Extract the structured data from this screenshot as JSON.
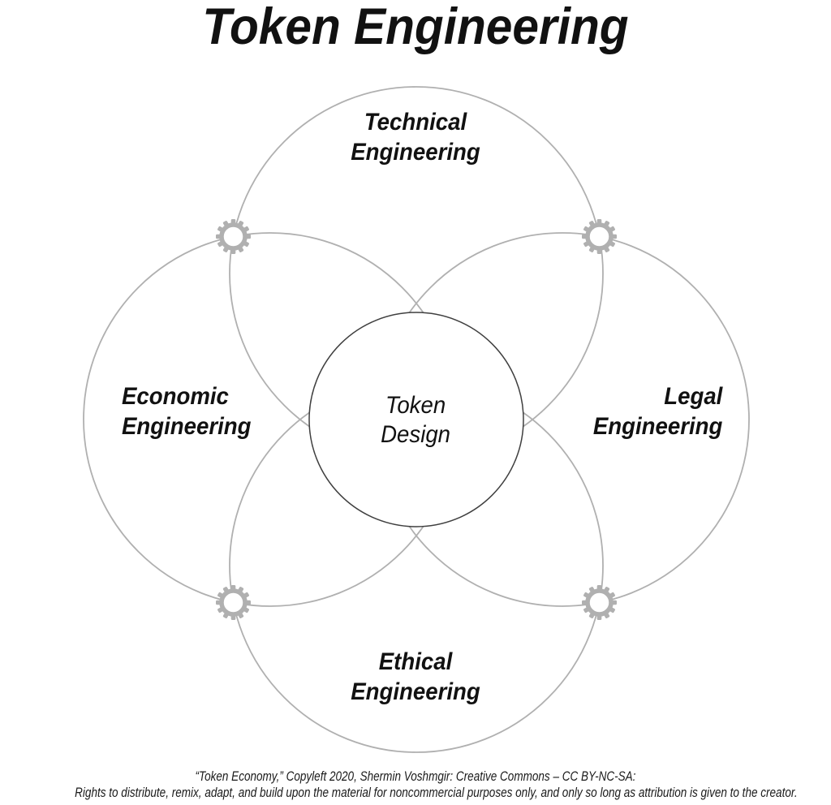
{
  "title": "Token Engineering",
  "diagram": {
    "labels": {
      "technical": {
        "line1": "Technical",
        "line2": "Engineering"
      },
      "economic": {
        "line1": "Economic",
        "line2": "Engineering"
      },
      "legal": {
        "line1": "Legal",
        "line2": "Engineering"
      },
      "ethical": {
        "line1": "Ethical",
        "line2": "Engineering"
      },
      "center": {
        "line1": "Token",
        "line2": "Design"
      }
    },
    "icons": {
      "intersection_icon": "gear-icon",
      "count": "4"
    },
    "colors": {
      "petal_stroke": "#b0b0b0",
      "center_circle_stroke": "#3f3f3f",
      "gear": "#b0b0b0",
      "text": "#111111",
      "background": "#ffffff"
    }
  },
  "footer": {
    "line1": "“Token Economy,” Copyleft 2020, Shermin Voshmgir: Creative Commons – CC BY-NC-SA:",
    "line2": "Rights to distribute, remix, adapt, and build upon the material for noncommercial purposes only, and only so long as attribution is given to the creator."
  }
}
